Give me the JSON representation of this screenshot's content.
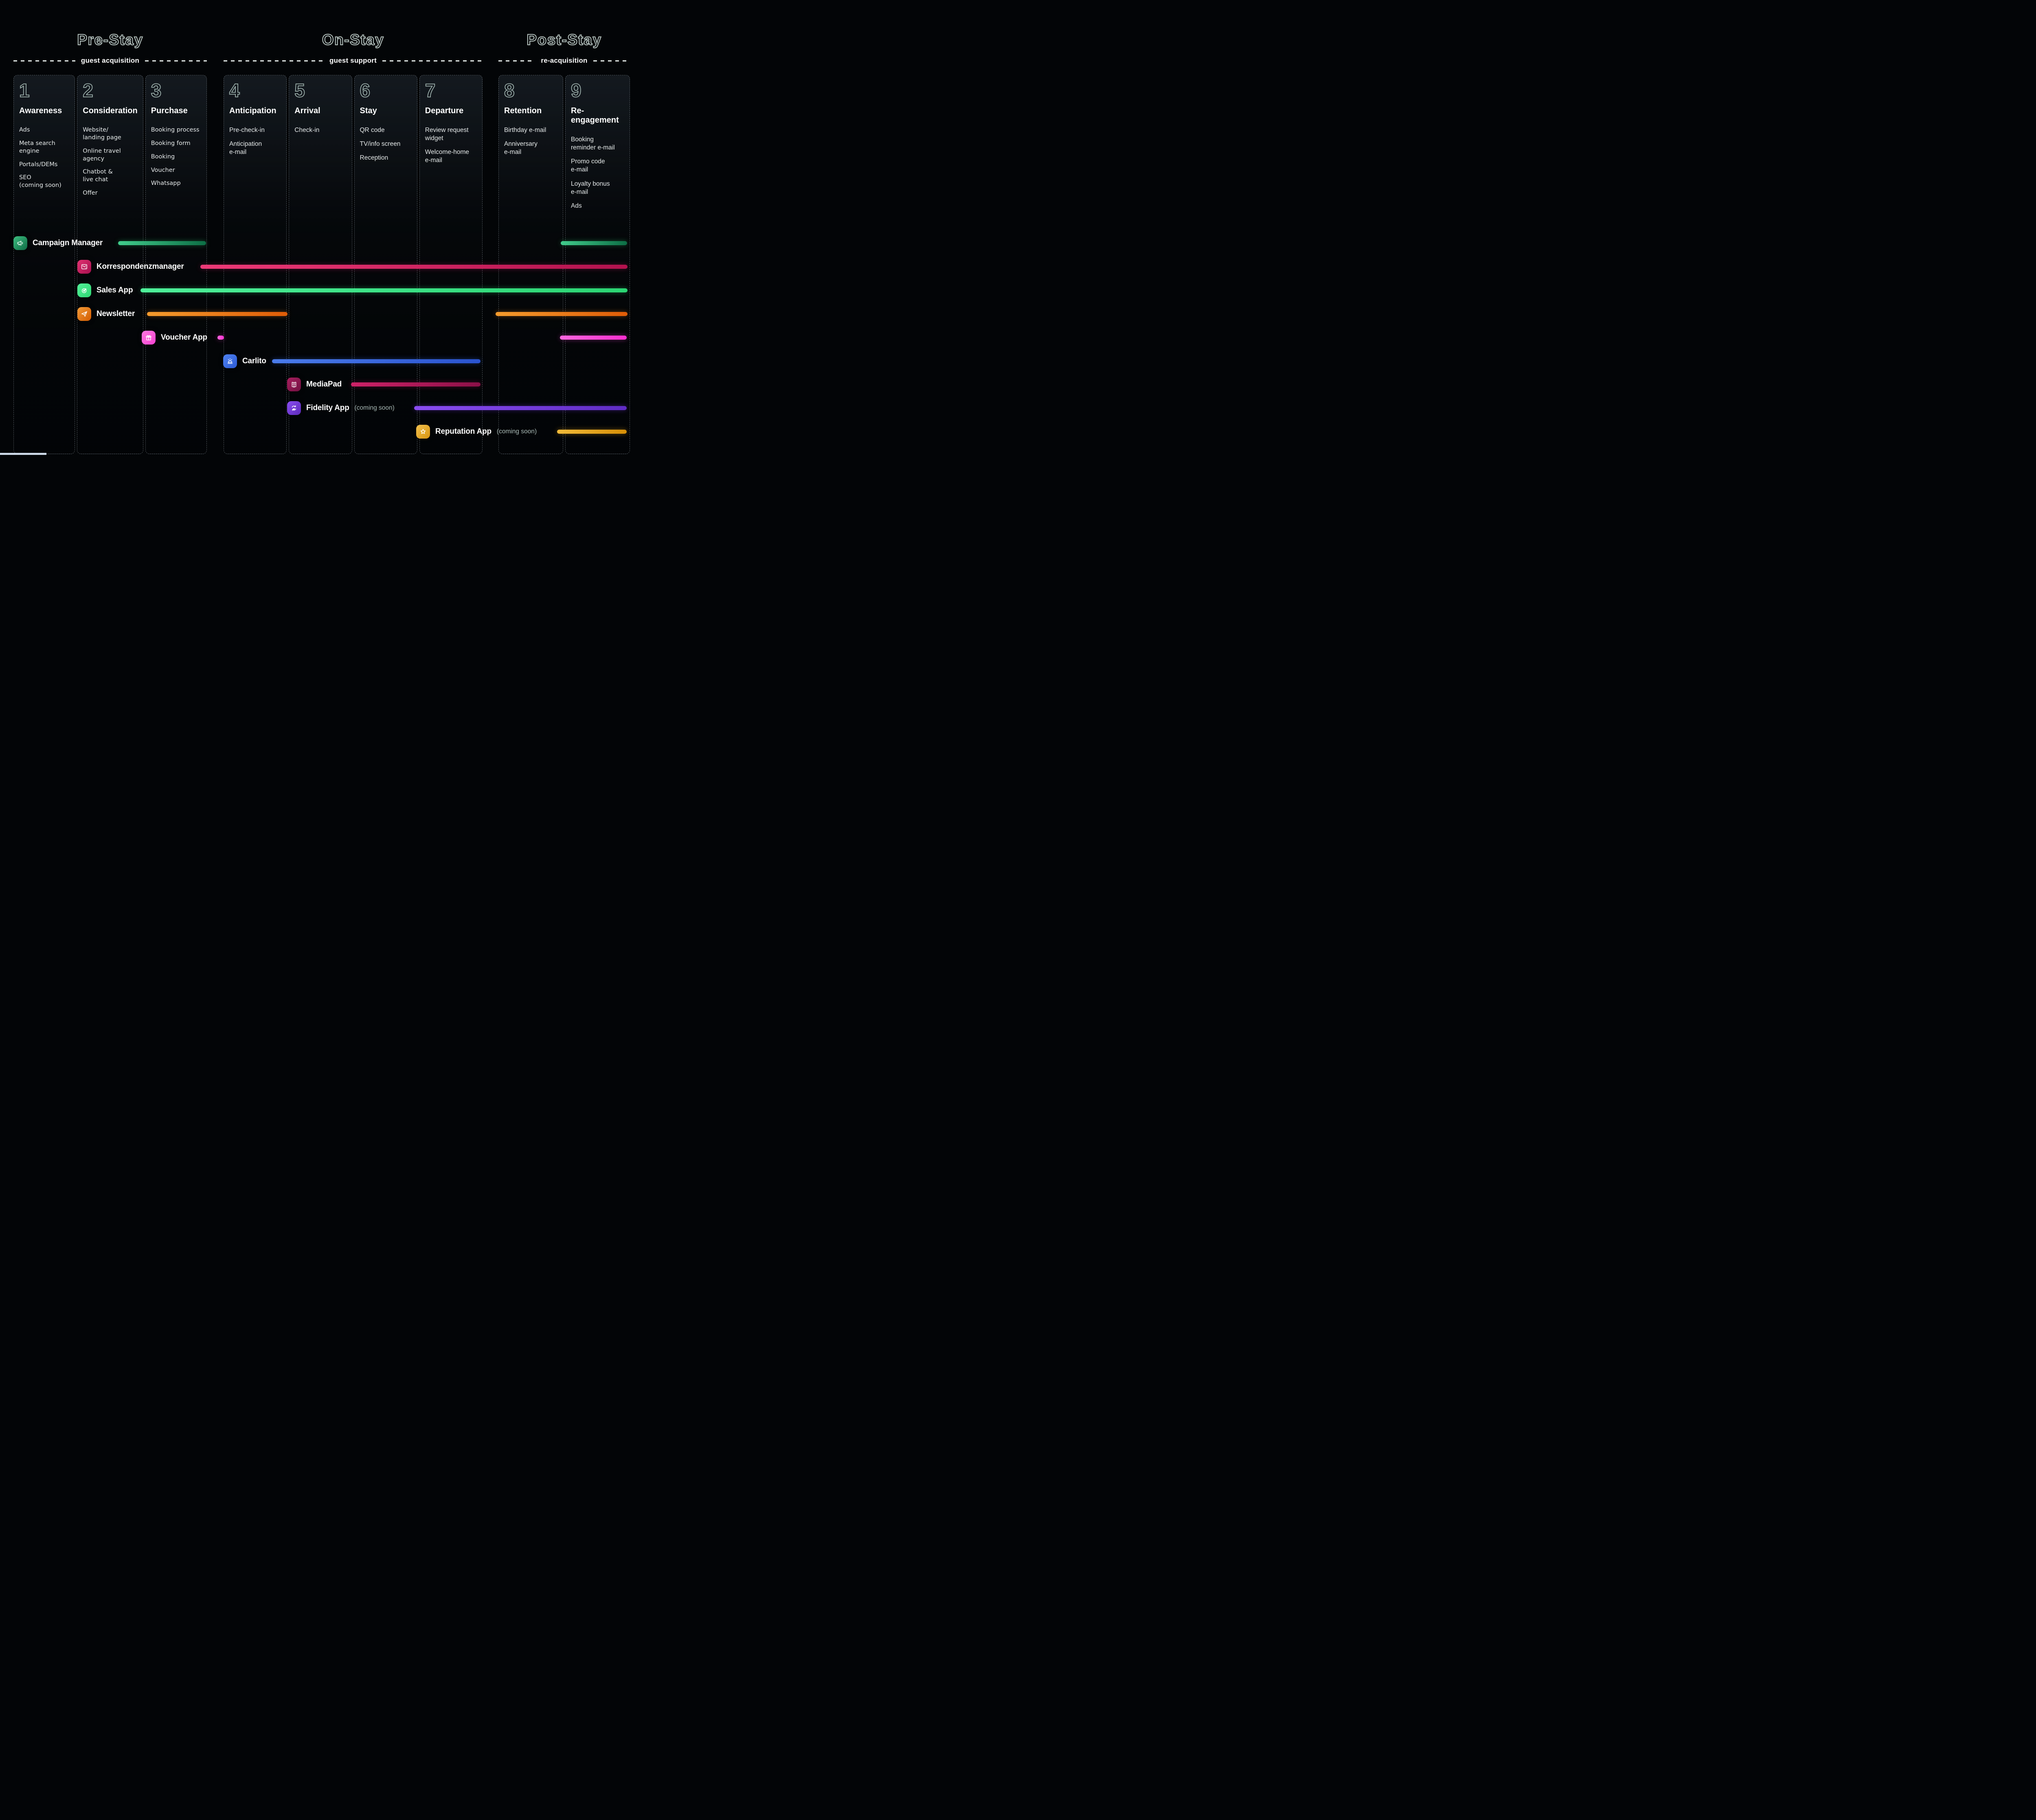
{
  "page": {
    "background": "#030507"
  },
  "phases": [
    {
      "title": "Pre-Stay",
      "subtitle": "guest acquisition",
      "columns": [
        {
          "number": "1",
          "title": "Awareness",
          "items": [
            "Ads",
            "Meta search\nengine",
            "Portals/DEMs",
            "SEO\n(coming soon)"
          ]
        },
        {
          "number": "2",
          "title": "Consideration",
          "items": [
            "Website/\nlanding page",
            "Online travel\nagency",
            "Chatbot &\nlive chat",
            "Offer"
          ]
        },
        {
          "number": "3",
          "title": "Purchase",
          "items": [
            "Booking process",
            "Booking form",
            "Booking",
            "Voucher",
            "Whatsapp"
          ]
        }
      ]
    },
    {
      "title": "On-Stay",
      "subtitle": "guest support",
      "columns": [
        {
          "number": "4",
          "title": "Anticipation",
          "items": [
            "Pre-check-in",
            "Anticipation\ne-mail"
          ]
        },
        {
          "number": "5",
          "title": "Arrival",
          "items": [
            "Check-in"
          ]
        },
        {
          "number": "6",
          "title": "Stay",
          "items": [
            "QR code",
            "TV/info screen",
            "Reception"
          ]
        },
        {
          "number": "7",
          "title": "Departure",
          "items": [
            "Review request\nwidget",
            "Welcome-home\ne-mail"
          ]
        }
      ]
    },
    {
      "title": "Post-Stay",
      "subtitle": "re-acquisition",
      "columns": [
        {
          "number": "8",
          "title": "Retention",
          "items": [
            "Birthday e-mail",
            "Anniversary\ne-mail"
          ]
        },
        {
          "number": "9",
          "title": "Re-\nengagement",
          "items": [
            "Booking\nreminder e-mail",
            "Promo code\ne-mail",
            "Loyalty bonus\ne-mail",
            "Ads"
          ]
        }
      ]
    }
  ],
  "products": [
    {
      "label": "Campaign Manager",
      "icon": "megaphone-icon",
      "accent": "#2fae71"
    },
    {
      "label": "Korrespondenzmanager",
      "icon": "envelope-icon",
      "accent": "#d61a5f"
    },
    {
      "label": "Sales App",
      "icon": "target-icon",
      "accent": "#3ddd7e"
    },
    {
      "label": "Newsletter",
      "icon": "paper-plane-icon",
      "accent": "#e8730c"
    },
    {
      "label": "Voucher App",
      "icon": "gift-icon",
      "accent": "#fb3fd4"
    },
    {
      "label": "Carlito",
      "icon": "service-bell-icon",
      "accent": "#3565dd"
    },
    {
      "label": "MediaPad",
      "icon": "open-book-icon",
      "accent": "#b51757"
    },
    {
      "label": "Fidelity App",
      "icon": "loyalty-sync-icon",
      "accent": "#7638e8",
      "note": "(coming soon)"
    },
    {
      "label": "Reputation App",
      "icon": "star-icon",
      "accent": "#e9a61b",
      "note": "(coming soon)"
    }
  ]
}
